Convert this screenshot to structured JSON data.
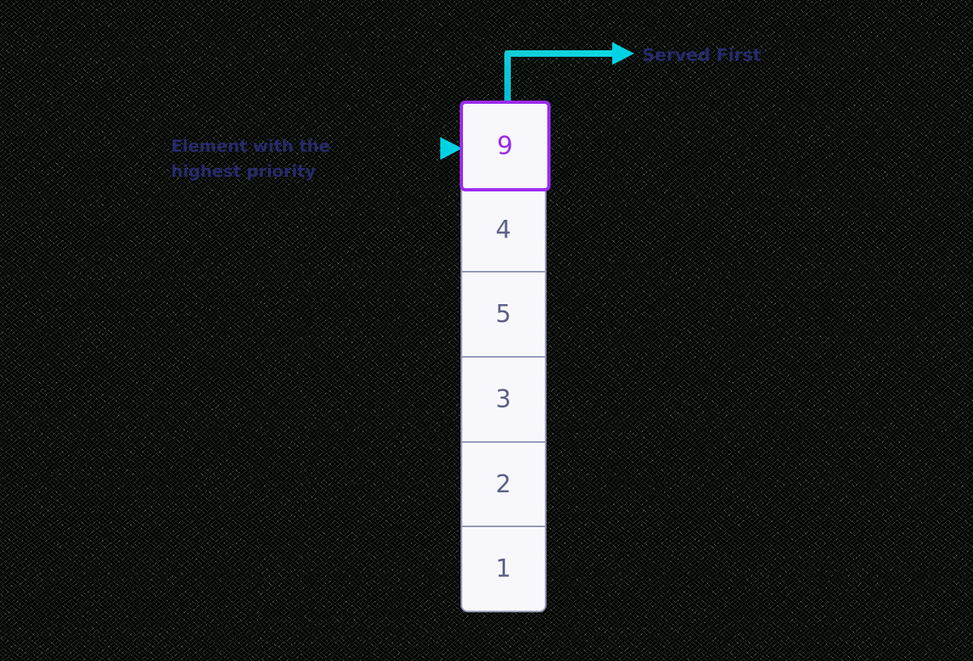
{
  "diagram": {
    "title_semantic": "priority-queue-illustration",
    "background_color": "#5b7a5f",
    "queue": {
      "name": "priority-queue",
      "box_fill": "#f8f8fc",
      "divider_color": "#9499b7",
      "number_color": "#5c6087",
      "highlight_color": "#9b2bf0",
      "cells": [
        {
          "value": "9",
          "highlighted": true
        },
        {
          "value": "4",
          "highlighted": false
        },
        {
          "value": "5",
          "highlighted": false
        },
        {
          "value": "3",
          "highlighted": false
        },
        {
          "value": "2",
          "highlighted": false
        },
        {
          "value": "1",
          "highlighted": false
        }
      ]
    },
    "annotations": [
      {
        "id": "highest-priority",
        "text": "Element with the\nhighest priority",
        "color": "#272a6b",
        "arrow": {
          "name": "arrow-to-head-cell",
          "color_start": "#16bfa8",
          "color_end": "#00d5e8",
          "direction": "right"
        }
      },
      {
        "id": "served-first",
        "text": "Served First",
        "color": "#272a6b",
        "arrow": {
          "name": "arrow-from-head-cell",
          "color_start": "#00c8d8",
          "color_end": "#00d5e8",
          "direction": "up-then-right"
        }
      }
    ]
  }
}
